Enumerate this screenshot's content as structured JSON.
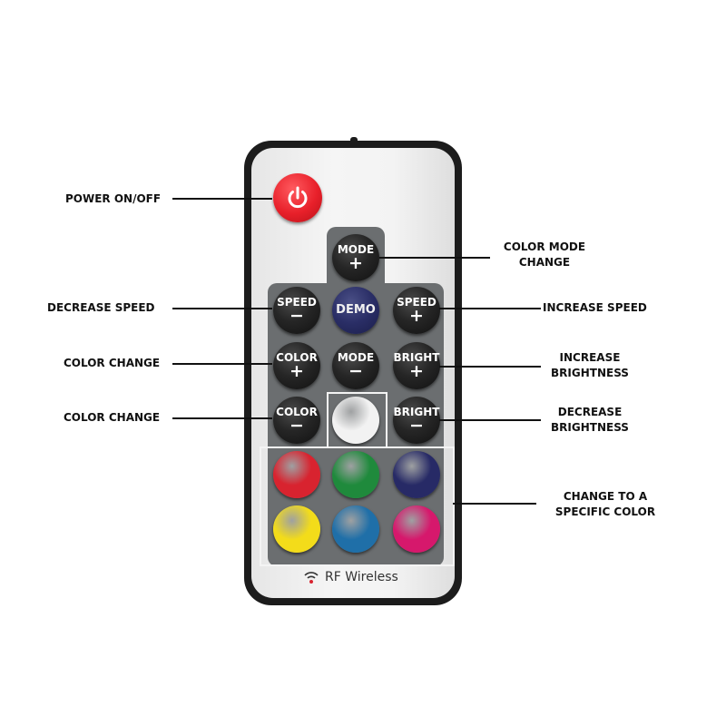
{
  "callouts": {
    "power": "POWER ON/OFF",
    "color_mode_change": [
      "COLOR MODE",
      "CHANGE"
    ],
    "decrease_speed": "DECREASE SPEED",
    "increase_speed": "INCREASE SPEED",
    "color_change_up": "COLOR CHANGE",
    "color_change_down": "COLOR CHANGE",
    "increase_brightness": [
      "INCREASE",
      "BRIGHTNESS"
    ],
    "decrease_brightness": [
      "DECREASE",
      "BRIGHTNESS"
    ],
    "specific_color": [
      "CHANGE TO A",
      "SPECIFIC COLOR"
    ]
  },
  "buttons": {
    "power": {
      "icon": "power-icon"
    },
    "mode_plus": {
      "label": "MODE",
      "symbol": "+"
    },
    "speed_minus": {
      "label": "SPEED",
      "symbol": "−"
    },
    "demo": {
      "label": "DEMO"
    },
    "speed_plus": {
      "label": "SPEED",
      "symbol": "+"
    },
    "color_plus": {
      "label": "COLOR",
      "symbol": "+"
    },
    "mode_minus": {
      "label": "MODE",
      "symbol": "−"
    },
    "bright_plus": {
      "label": "BRIGHT",
      "symbol": "+"
    },
    "color_minus": {
      "label": "COLOR",
      "symbol": "−"
    },
    "bright_minus": {
      "label": "BRIGHT",
      "symbol": "−"
    }
  },
  "color_buttons": {
    "white": "#f2f2f2",
    "red": "#d8232f",
    "green": "#1f8a3c",
    "navy": "#272a66",
    "yellow": "#f3dc1a",
    "blue": "#1f6fa8",
    "magenta": "#d6186c"
  },
  "footer": {
    "wireless_label": "RF Wireless",
    "icon": "wireless-signal-icon"
  },
  "colors": {
    "power_red": "#e8202a",
    "membrane_grey": "#6b6e70",
    "remote_border": "#1c1c1c"
  }
}
